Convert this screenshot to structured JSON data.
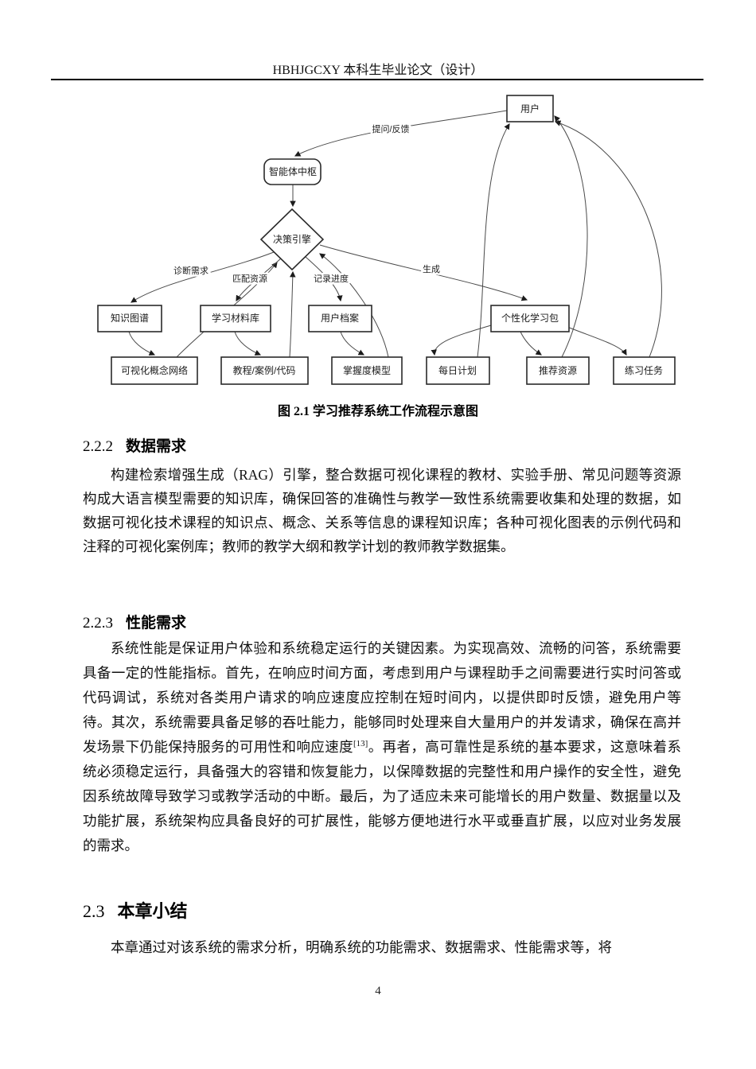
{
  "header": {
    "title": "HBHJGCXY 本科生毕业论文（设计）"
  },
  "figure": {
    "caption": "图 2.1 学习推荐系统工作流程示意图",
    "nodes": {
      "user": "用户",
      "agent_hub": "智能体中枢",
      "decision_engine": "决策引擎",
      "knowledge_graph": "知识图谱",
      "learning_materials": "学习材料库",
      "user_profile": "用户档案",
      "personal_pack": "个性化学习包",
      "viz_concept_network": "可视化概念网络",
      "tutorial_case_code": "教程/案例/代码",
      "mastery_model": "掌握度模型",
      "daily_plan": "每日计划",
      "recommend_resource": "推荐资源",
      "practice_task": "练习任务"
    },
    "edge_labels": {
      "ask_feedback": "提问/反馈",
      "diagnose": "诊断需求",
      "match": "匹配资源",
      "record": "记录进度",
      "generate": "生成"
    }
  },
  "sections": [
    {
      "number": "2.2.2",
      "title": "数据需求",
      "paragraph": "构建检索增强生成（RAG）引擎，整合数据可视化课程的教材、实验手册、常见问题等资源构成大语言模型需要的知识库，确保回答的准确性与教学一致性系统需要收集和处理的数据，如数据可视化技术课程的知识点、概念、关系等信息的课程知识库；各种可视化图表的示例代码和注释的可视化案例库；教师的教学大纲和教学计划的教师教学数据集。"
    },
    {
      "number": "2.2.3",
      "title": "性能需求",
      "para_before_ref": "系统性能是保证用户体验和系统稳定运行的关键因素。为实现高效、流畅的问答，系统需要具备一定的性能指标。首先，在响应时间方面，考虑到用户与课程助手之间需要进行实时问答或代码调试，系统对各类用户请求的响应速度应控制在短时间内，以提供即时反馈，避免用户等待。其次，系统需要具备足够的吞吐能力，能够同时处理来自大量用户的并发请求，确保在高并发场景下仍能保持服务的可用性和响应速度",
      "ref": "[13]",
      "para_after_ref": "。再者，高可靠性是系统的基本要求，这意味着系统必须稳定运行，具备强大的容错和恢复能力，以保障数据的完整性和用户操作的安全性，避免因系统故障导致学习或教学活动的中断。最后，为了适应未来可能增长的用户数量、数据量以及功能扩展，系统架构应具备良好的可扩展性，能够方便地进行水平或垂直扩展，以应对业务发展的需求。"
    },
    {
      "number": "2.3",
      "title": "本章小结",
      "paragraph": "本章通过对该系统的需求分析，明确系统的功能需求、数据需求、性能需求等，将"
    }
  ],
  "footer": {
    "page_number": "4"
  }
}
